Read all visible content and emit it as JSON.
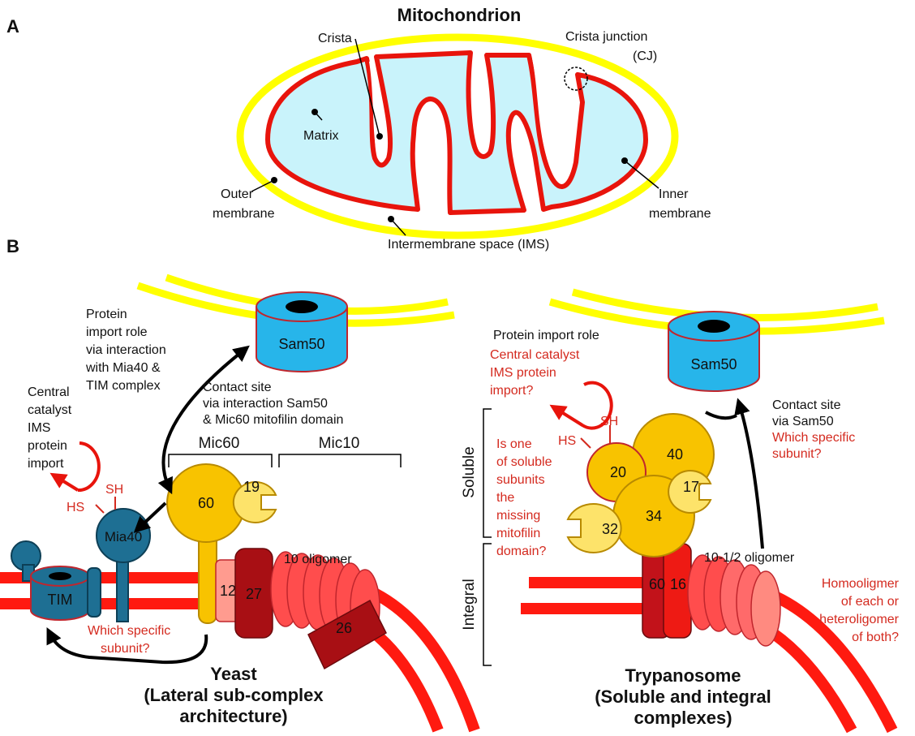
{
  "panel_a": {
    "letter": "A",
    "title": "Mitochondrion",
    "labels": {
      "crista": "Crista",
      "crista_junction_1": "Crista junction",
      "crista_junction_2": "(CJ)",
      "matrix": "Matrix",
      "outer_1": "Outer",
      "outer_2": "membrane",
      "inner_1": "Inner",
      "inner_2": "membrane",
      "ims": "Intermembrane space (IMS)"
    }
  },
  "panel_b": {
    "letter": "B",
    "yeast": {
      "sam50": "Sam50",
      "import_role": [
        "Protein",
        "import role",
        "via interaction",
        "with Mia40 &",
        "TIM complex"
      ],
      "contact_site": [
        "Contact site",
        "via interaction Sam50",
        "& Mic60 mitofilin domain"
      ],
      "central_catalyst": [
        "Central",
        "catalyst",
        "IMS",
        "protein",
        "import"
      ],
      "sh": "SH",
      "hs": "HS",
      "mia40": "Mia40",
      "tim": "TIM",
      "mic60": "Mic60",
      "mic10": "Mic10",
      "sub_60": "60",
      "sub_19": "19",
      "sub_12": "12",
      "sub_27": "27",
      "sub_26": "26",
      "oligomer": "10 oligomer",
      "which_subunit": [
        "Which specific",
        "subunit?"
      ],
      "caption": [
        "Yeast",
        "(Lateral sub-complex",
        "architecture)"
      ]
    },
    "trypanosome": {
      "sam50": "Sam50",
      "import_role": "Protein import role",
      "central_catalyst": [
        "Central catalyst",
        "IMS protein",
        "import?"
      ],
      "sh": "SH",
      "hs": "HS",
      "soluble": "Soluble",
      "integral": "Integral",
      "question": [
        "Is one",
        "of soluble",
        "subunits",
        "the",
        "missing",
        "mitofilin",
        "domain?"
      ],
      "sub_20": "20",
      "sub_40": "40",
      "sub_17": "17",
      "sub_34": "34",
      "sub_32": "32",
      "sub_60": "60",
      "sub_16": "16",
      "oligomer": "10-1/2 oligomer",
      "contact_site": [
        "Contact site",
        "via Sam50"
      ],
      "which_subunit": [
        "Which specific",
        "subunit?"
      ],
      "homo": [
        "Homooligmer",
        "of each or",
        "heteroligomer",
        "of both?"
      ],
      "caption": [
        "Trypanosome",
        "(Soluble and integral",
        "complexes)"
      ]
    }
  },
  "colors": {
    "outer_membrane": "#ffff00",
    "inner_membrane": "#e8140c",
    "matrix": "#c9f3fb",
    "sam50": "#27b5ea",
    "mia40": "#1e6f93",
    "mic60": "#f8c300",
    "mic10": "#ff3b3b",
    "dark_red": "#a80f14",
    "annotation_red": "#d42a1f"
  }
}
